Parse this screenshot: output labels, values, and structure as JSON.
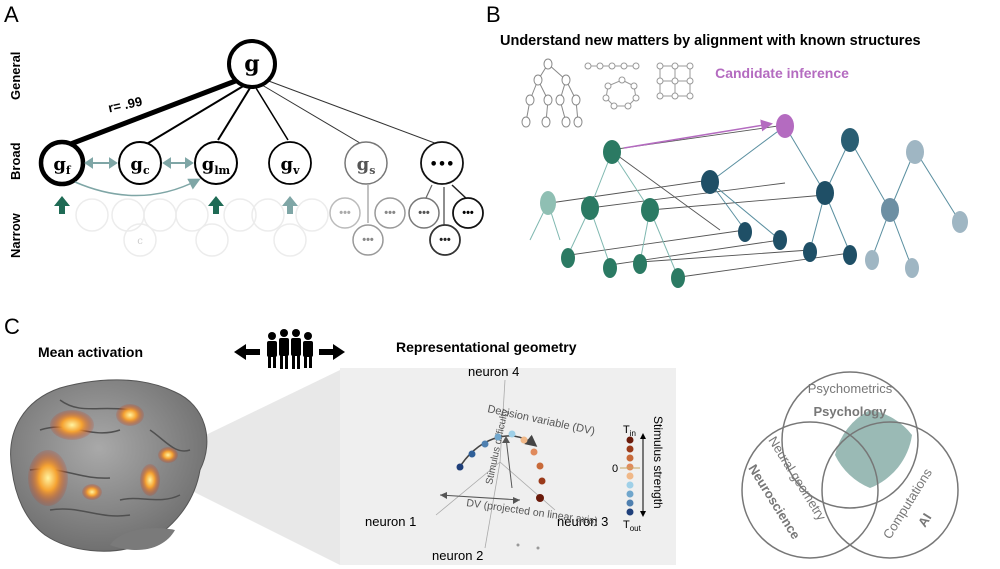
{
  "panel_a": {
    "letter": "A",
    "rows": {
      "general": "General",
      "broad": "Broad",
      "narrow": "Narrow"
    },
    "top_node": "g",
    "correlation": "r= .99",
    "broad_nodes": [
      {
        "base": "g",
        "sub": "f"
      },
      {
        "base": "g",
        "sub": "c"
      },
      {
        "base": "g",
        "sub": "lm"
      },
      {
        "base": "g",
        "sub": "v"
      },
      {
        "base": "g",
        "sub": "s"
      },
      {
        "base": "•••",
        "sub": ""
      }
    ],
    "ellipsis": "•••",
    "faded_node_label": "c"
  },
  "panel_b": {
    "letter": "B",
    "title": "Understand new matters by alignment with known structures",
    "candidate": "Candidate inference",
    "candidate_color": "#b46bc0"
  },
  "panel_c": {
    "letter": "C",
    "mean_activation": "Mean activation",
    "representational_geometry": "Representational geometry",
    "neuron_labels": [
      "neuron 4",
      "neuron 1",
      "neuron 2",
      "neuron 3"
    ],
    "decision_variable": "Decision variable (DV)",
    "stimulus_difficulty": "Stimulus difficulty",
    "dv_projected": "DV (projected on linear axis)",
    "stimulus_strength": "Stimulus strength",
    "t_in": {
      "base": "T",
      "sub": "in"
    },
    "t_out": {
      "base": "T",
      "sub": "out"
    },
    "zero": "0",
    "venn": {
      "top_sub": "Psychometrics",
      "top_main": "Psychology",
      "left_sub": "Neural geometry",
      "left_main": "Neuroscience",
      "right_sub": "Computations",
      "right_main": "AI",
      "overlap_color": "#8fb3ad"
    }
  }
}
